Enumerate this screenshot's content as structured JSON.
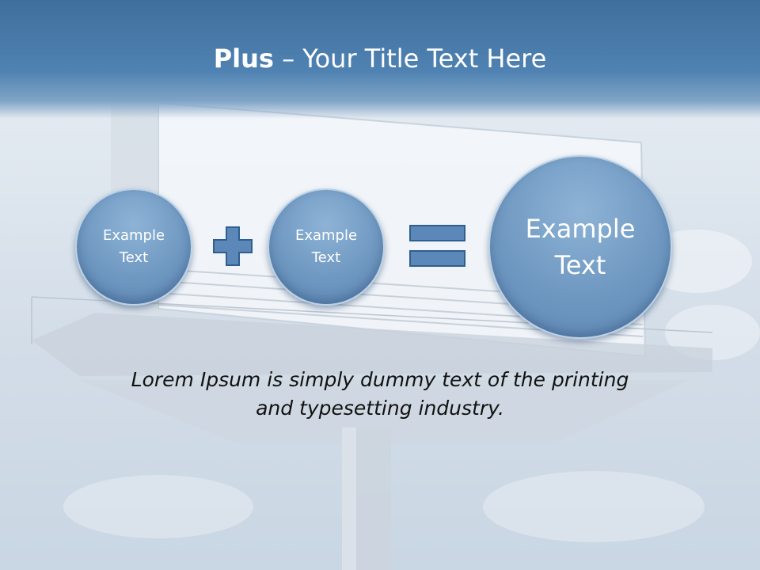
{
  "slide": {
    "title_bold": "Plus",
    "title_rest": " – Your Title Text Here",
    "circles": [
      {
        "label": "Example\nText"
      },
      {
        "label": "Example\nText"
      },
      {
        "label": "Example\nText"
      }
    ],
    "operators": {
      "plus": "plus-icon",
      "equals": "equals-icon"
    },
    "body": "Lorem Ipsum is simply dummy text of the printing\nand typesetting industry."
  },
  "colors": {
    "header": "#4f82b2",
    "circle_fill": "#6f98c1",
    "operator_fill": "#5b88b8",
    "operator_stroke": "#2f5f8f"
  }
}
